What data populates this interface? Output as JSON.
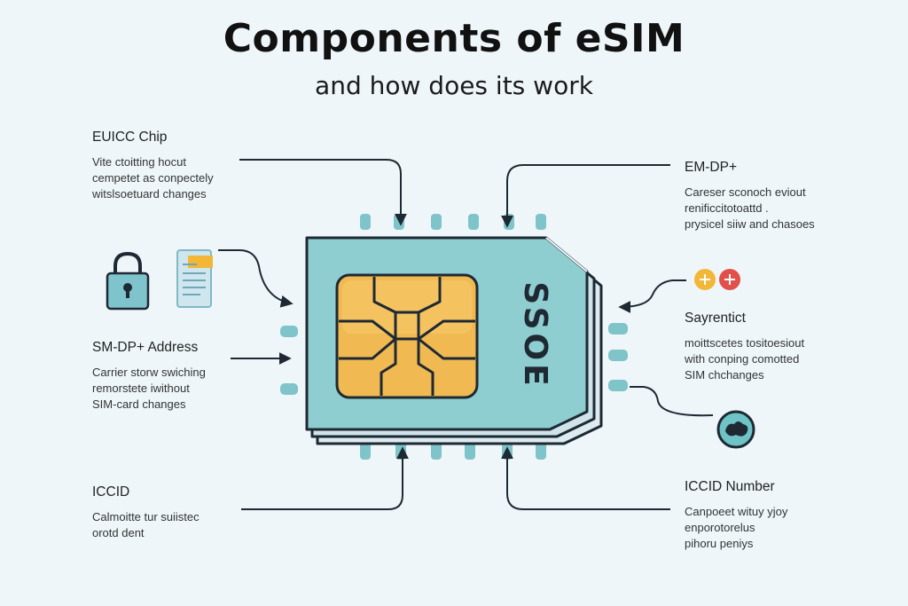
{
  "title": "Components of eSIM",
  "subtitle": "and how does its work",
  "chip_text": "SSOE",
  "blocks": {
    "euicc": {
      "heading": "EUICC Chip",
      "lines": [
        "Vite ctoitting hocut",
        "cempetet as conpectely",
        "witslsoetuard changes"
      ]
    },
    "smdp": {
      "heading": "SM-DP+ Address",
      "lines": [
        "Carrier storw swiching",
        "remorstete iwithout",
        "SIM-card changes"
      ]
    },
    "iccid": {
      "heading": "ICCID",
      "lines": [
        "Calmoitte tur suiistec",
        "orotd dent"
      ]
    },
    "emdp": {
      "heading": "EM-DP+",
      "lines": [
        "Careser sconoch eviout",
        "renificcitotoattd .",
        "prysicel siiw and chasoes"
      ]
    },
    "sayentict": {
      "heading": "Sayrentict",
      "lines": [
        "moittscetes tositoesiout",
        "with conping comotted",
        "SIM chchanges"
      ]
    },
    "iccid_number": {
      "heading": "ICCID Number",
      "lines": [
        "Canpoeet wituy yjoy",
        "enporotorelus",
        "pihoru peniys"
      ]
    }
  },
  "colors": {
    "background": "#eef6fa",
    "sim_body": "#8ecdd0",
    "sim_outline": "#1e2933",
    "chip_gold": "#f0b952",
    "chip_gold_light": "#f6ca6b",
    "pin": "#7fc4c9",
    "icon_yellow": "#f2b737",
    "icon_red": "#e2504a",
    "lock_body": "#7fc4cc",
    "doc_tab": "#f2b737"
  },
  "icons": [
    "padlock-icon",
    "document-icon",
    "plus-yellow-icon",
    "plus-red-icon",
    "round-badge-icon"
  ]
}
